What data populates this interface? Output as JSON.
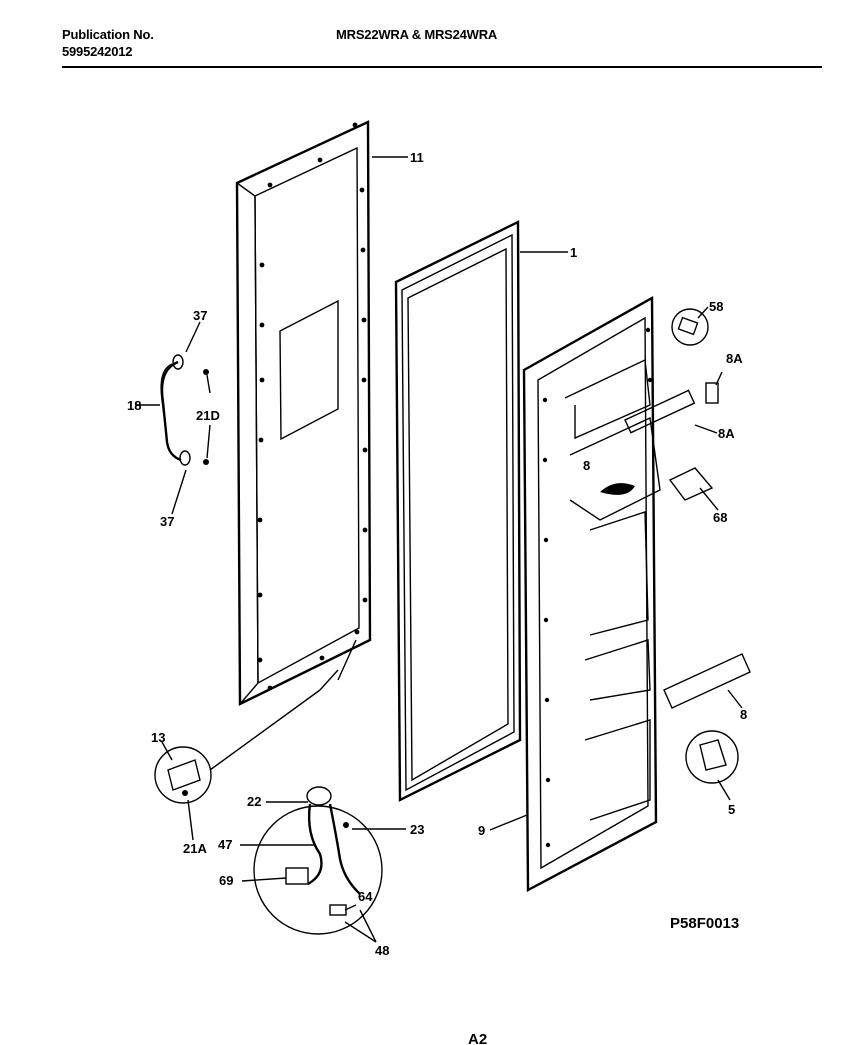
{
  "header": {
    "publication_label": "Publication No.",
    "publication_number": "5995242012",
    "model_title": "MRS22WRA & MRS24WRA"
  },
  "diagram_code": "P58F0013",
  "page_footer": "A2",
  "callouts": [
    "11",
    "1",
    "58",
    "8A",
    "8A",
    "8",
    "68",
    "37",
    "18",
    "21D",
    "37",
    "13",
    "21A",
    "22",
    "23",
    "47",
    "69",
    "64",
    "48",
    "9",
    "8",
    "5"
  ]
}
